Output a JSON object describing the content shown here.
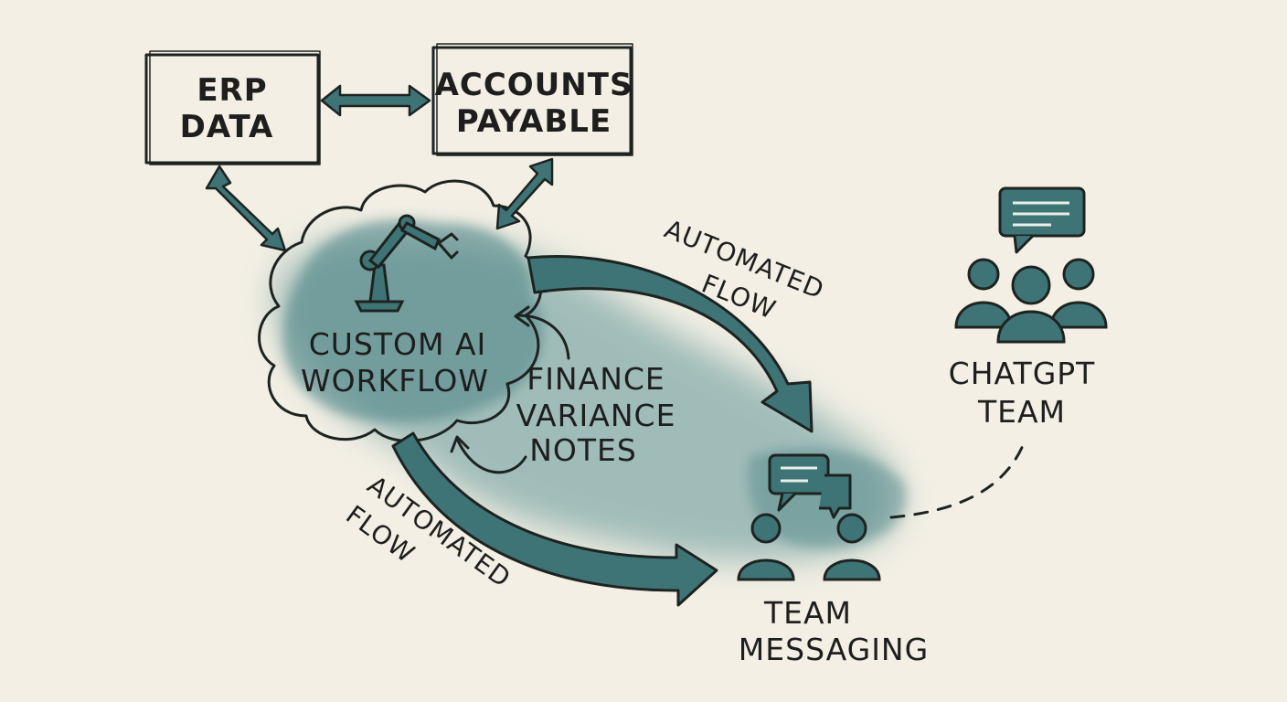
{
  "nodes": {
    "erp": {
      "line1": "ERP",
      "line2": "DATA"
    },
    "ap": {
      "line1": "ACCOUNTS",
      "line2": "PAYABLE"
    },
    "workflow": {
      "line1": "CUSTOM AI",
      "line2": "WORKFLOW"
    },
    "notes": {
      "line1": "FINANCE",
      "line2": "VARIANCE",
      "line3": "NOTES"
    },
    "messaging": {
      "line1": "TEAM",
      "line2": "MESSAGING"
    },
    "chatgpt": {
      "line1": "CHATGPT",
      "line2": "TEAM"
    }
  },
  "flows": {
    "upper": {
      "line1": "AUTOMATED",
      "line2": "FLOW"
    },
    "lower": {
      "line1": "AUTOMATED",
      "line2": "FLOW"
    }
  },
  "colors": {
    "ink": "#1d2321",
    "teal": "#3f7476",
    "wash": "#5d9395",
    "paper": "#f3efe4"
  },
  "icons": [
    "robot-arm-icon",
    "chat-bubble-icon",
    "team-people-icon",
    "double-arrow-icon"
  ]
}
